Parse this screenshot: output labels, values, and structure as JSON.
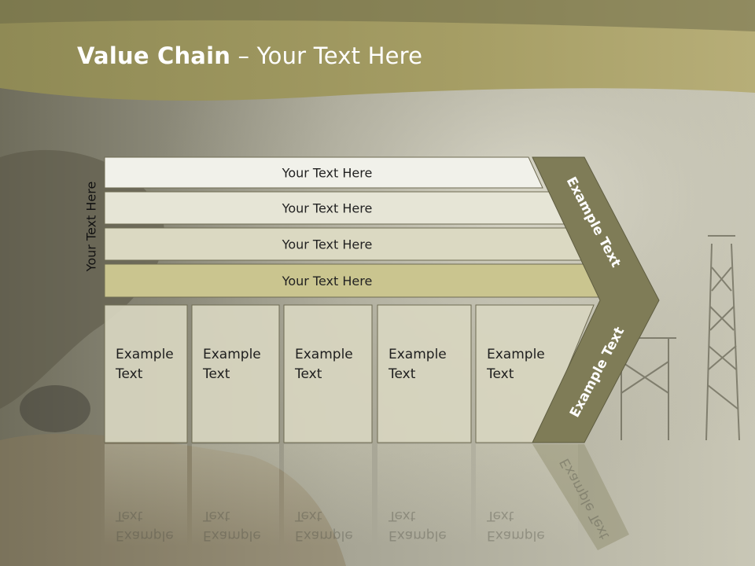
{
  "slide": {
    "title_bold": "Value Chain",
    "title_rest": " – Your Text Here",
    "side_label": "Your Text Here"
  },
  "bands": [
    {
      "label": "Your Text Here",
      "color": "#f1f1ea"
    },
    {
      "label": "Your Text Here",
      "color": "#e6e5d6"
    },
    {
      "label": "Your Text Here",
      "color": "#dbd9c2"
    },
    {
      "label": "Your Text Here",
      "color": "#cac58f"
    }
  ],
  "boxes": [
    {
      "line1": "Example",
      "line2": "Text"
    },
    {
      "line1": "Example",
      "line2": "Text"
    },
    {
      "line1": "Example",
      "line2": "Text"
    },
    {
      "line1": "Example",
      "line2": "Text"
    },
    {
      "line1": "Example",
      "line2": "Text"
    }
  ],
  "chevron": {
    "upper_text": "Example Text",
    "lower_text": "Example Text",
    "color": "#7f7c57"
  },
  "colors": {
    "header_band": "#a39b63",
    "box_fill": "#d8d6c0",
    "outline": "#6e6b52"
  }
}
